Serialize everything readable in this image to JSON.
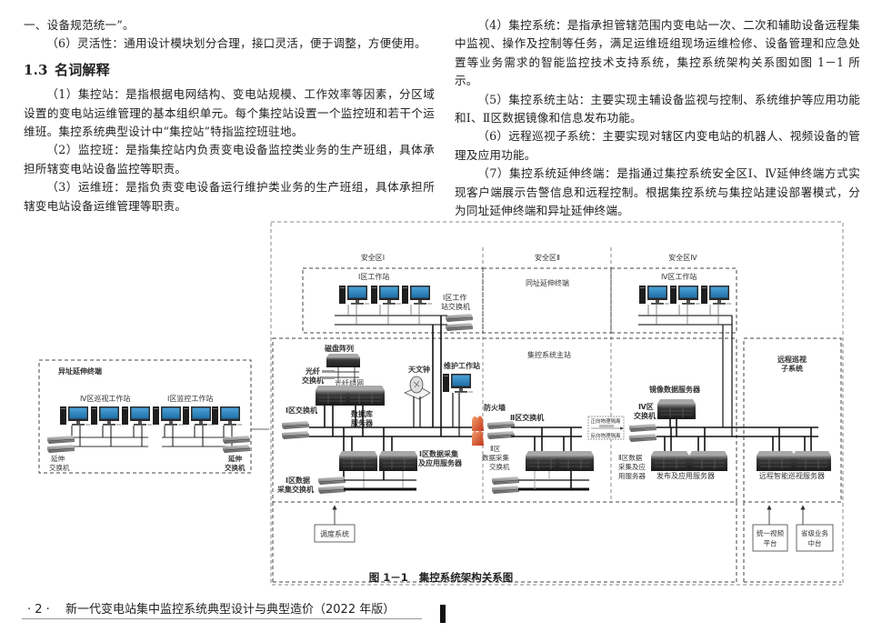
{
  "left_column": {
    "p_cont": "一、设备规范统一”。",
    "p6": "（6）灵活性：通用设计模块划分合理，接口灵活，便于调整，方便使用。",
    "section_number": "1.3",
    "section_title": "名词解释",
    "p1": "（1）集控站：是指根据电网结构、变电站规模、工作效率等因素，分区域设置的变电站运维管理的基本组织单元。每个集控站设置一个监控班和若干个运维班。集控系统典型设计中“集控站”特指监控班驻地。",
    "p2": "（2）监控班：是指集控站内负责变电设备监控类业务的生产班组，具体承担所辖变电站设备监控等职责。",
    "p3": "（3）运维班：是指负责变电设备运行维护类业务的生产班组，具体承担所辖变电站设备运维管理等职责。"
  },
  "right_column": {
    "p4": "（4）集控系统：是指承担管辖范围内变电站一次、二次和辅助设备远程集中监视、操作及控制等任务，满足运维班组现场运维检修、设备管理和应急处置等业务需求的智能监控技术支持系统，集控系统架构关系图如图 1－1 所示。",
    "p5": "（5）集控系统主站：主要实现主辅设备监视与控制、系统维护等应用功能和Ⅰ、Ⅱ区数据镜像和信息发布功能。",
    "p6": "（6）远程巡视子系统：主要实现对辖区内变电站的机器人、视频设备的管理及应用功能。",
    "p7": "（7）集控系统延伸终端：是指通过集控系统安全区Ⅰ、Ⅳ延伸终端方式实现客户端展示告警信息和远程控制。根据集控系统与集控站建设部署模式，分为同址延伸终端和异址延伸终端。"
  },
  "diagram": {
    "zones": {
      "zone1": "安全区Ⅰ",
      "zone2": "安全区Ⅱ",
      "zone4": "安全区Ⅳ"
    },
    "zone1_workstations": "Ⅰ区工作站",
    "zone1_ws_switch_l1": "Ⅰ区工作",
    "zone1_ws_switch_l2": "站交换机",
    "same_site_terminal": "同址延伸终端",
    "zone4_workstations": "Ⅳ区工作站",
    "master_station": "集控系统主站",
    "disk_array": "磁盘阵列",
    "fiber_switch_l1": "光纤",
    "fiber_switch_l2": "交换机",
    "fiber_network": "光纤组网",
    "astro_clock": "天文钟",
    "maint_ws": "维护工作站",
    "zone1_switch": "Ⅰ区交换机",
    "db_server_l1": "数据库",
    "db_server_l2": "服务器",
    "zone1_data_server_l1": "Ⅰ区数据采集",
    "zone1_data_server_l2": "及应用服务器",
    "zone1_data_switch_l1": "Ⅰ区数据",
    "zone1_data_switch_l2": "采集交换机",
    "firewall": "防火墙",
    "zone2_switch": "Ⅱ区交换机",
    "zone2_data_switch_l1": "Ⅱ区",
    "zone2_data_switch_l2": "数据采集",
    "zone2_data_switch_l3": "交换机",
    "forward_isolator": "正向物理隔离",
    "reverse_isolator": "反向物理隔离",
    "zone4_switch_l1": "Ⅳ区",
    "zone4_switch_l2": "交换机",
    "mirror_server": "镜像数据服务器",
    "zone2_data_server_l1": "Ⅱ区数据",
    "zone2_data_server_l2": "采集及应",
    "zone2_data_server_l3": "用服务器",
    "publish_server": "发布及应用服务器",
    "remote_patrol_l1": "远程巡视",
    "remote_patrol_l2": "子系统",
    "remote_patrol_server": "远程智能巡视服务器",
    "dispatch_system": "调度系统",
    "video_platform_l1": "统一视频",
    "video_platform_l2": "平台",
    "provincial_l1": "省级业务",
    "provincial_l2": "中台",
    "remote_terminal": "异址延伸终端",
    "remote_zone4_ws": "Ⅳ区巡视工作站",
    "remote_zone1_ws": "Ⅰ区监控工作站",
    "ext_switch_l1": "延伸",
    "ext_switch_l2": "交换机"
  },
  "caption": {
    "figure_number": "图 1－1",
    "figure_title": "集控系统架构关系图"
  },
  "footer": {
    "page_number": "· 2 ·",
    "book_title": "新一代变电站集中监控系统典型设计与典型造价（2022 年版）"
  }
}
